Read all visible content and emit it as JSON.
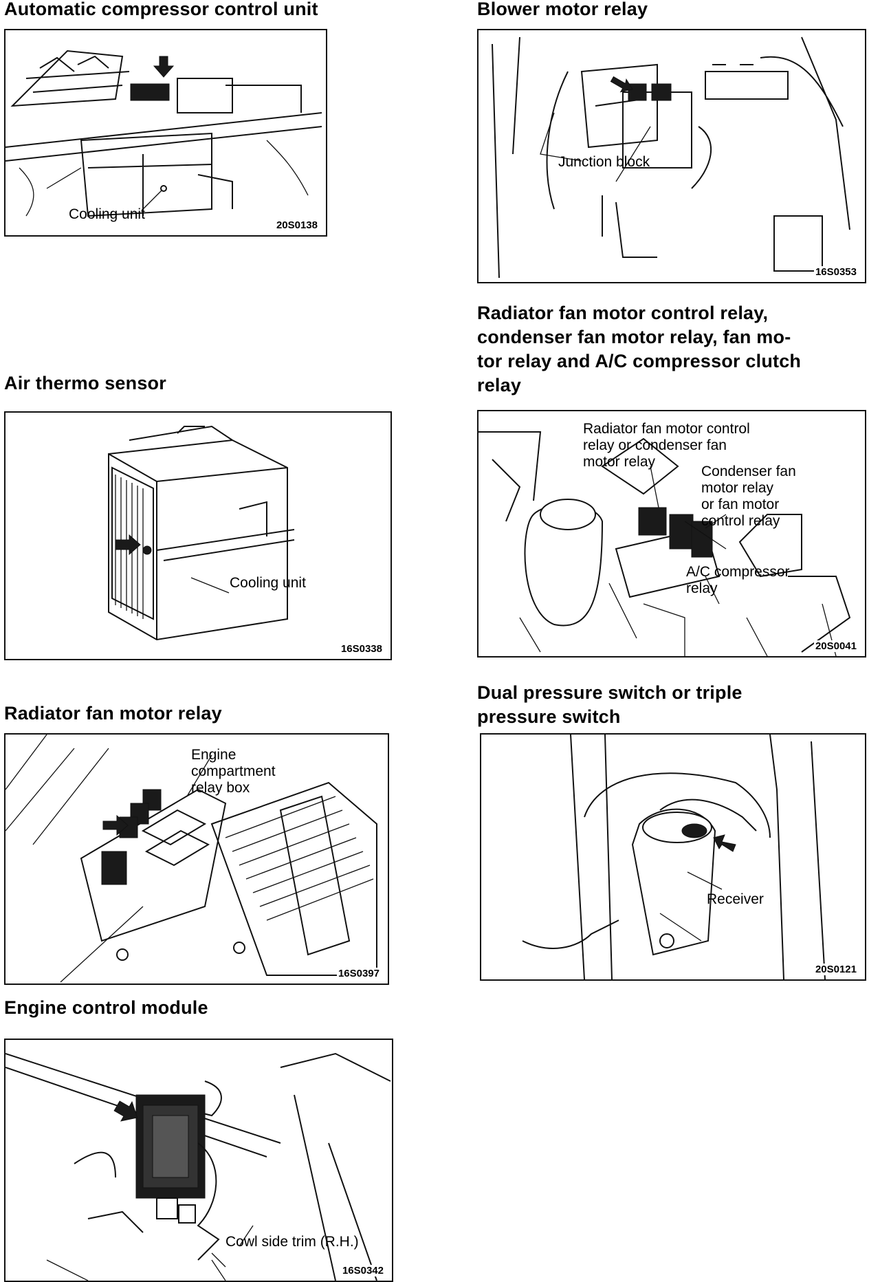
{
  "sections": {
    "auto_comp": {
      "title": "Automatic compressor control unit",
      "labels": [
        "Cooling unit"
      ],
      "code": "20S0138"
    },
    "blower": {
      "title": "Blower motor relay",
      "labels": [
        "Junction block"
      ],
      "code": "16S0353"
    },
    "air_thermo": {
      "title": "Air thermo sensor",
      "labels": [
        "Cooling unit"
      ],
      "code": "16S0338"
    },
    "rad_relays": {
      "title": "Radiator fan motor control relay,\ncondenser fan motor relay, fan mo-\ntor relay and A/C compressor clutch\nrelay",
      "labels": [
        "Radiator fan motor control\nrelay or condenser fan\nmotor relay",
        "Condenser fan\nmotor relay\nor fan motor\ncontrol relay",
        "A/C compressor\nrelay"
      ],
      "code": "20S0041"
    },
    "rad_fan": {
      "title": "Radiator fan motor relay",
      "labels": [
        "Engine\ncompartment\nrelay box"
      ],
      "code": "16S0397"
    },
    "dual_press": {
      "title": "Dual pressure switch or triple\npressure switch",
      "labels": [
        "Receiver"
      ],
      "code": "20S0121"
    },
    "ecm": {
      "title": "Engine control module",
      "labels": [
        "Cowl side trim (R.H.)"
      ],
      "code": "16S0342"
    }
  }
}
